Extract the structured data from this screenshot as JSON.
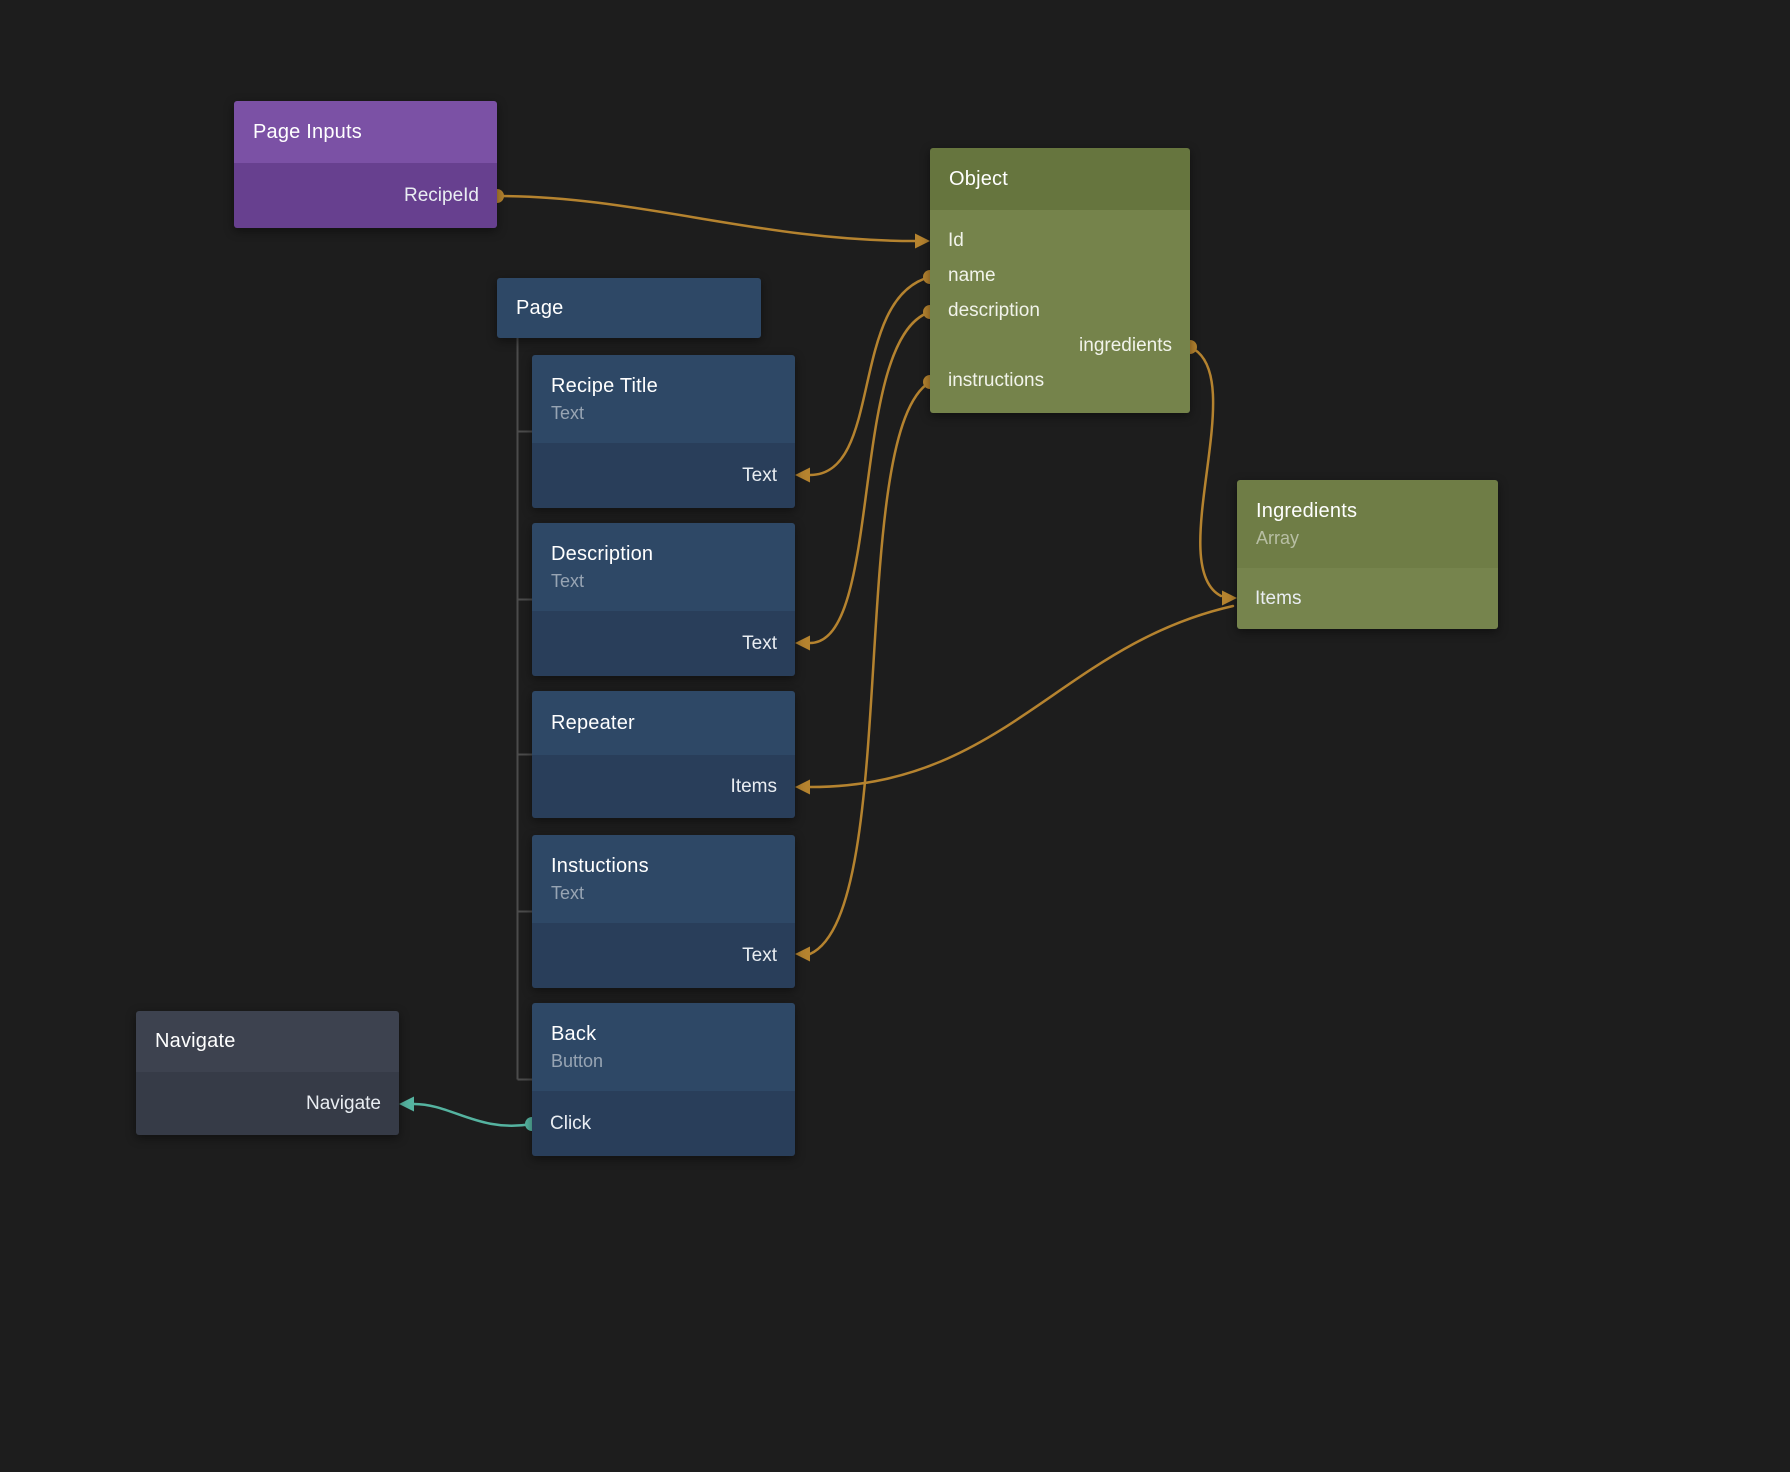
{
  "nodes": {
    "page_inputs": {
      "title": "Page Inputs",
      "ports": {
        "recipeid": "RecipeId"
      }
    },
    "object": {
      "title": "Object",
      "ports": {
        "id": "Id",
        "name": "name",
        "description": "description",
        "ingredients": "ingredients",
        "instructions": "instructions"
      }
    },
    "page": {
      "title": "Page"
    },
    "recipe_title": {
      "title": "Recipe Title",
      "subtitle": "Text",
      "ports": {
        "text": "Text"
      }
    },
    "description": {
      "title": "Description",
      "subtitle": "Text",
      "ports": {
        "text": "Text"
      }
    },
    "repeater": {
      "title": "Repeater",
      "ports": {
        "items": "Items"
      }
    },
    "instructions": {
      "title": "Instuctions",
      "subtitle": "Text",
      "ports": {
        "text": "Text"
      }
    },
    "back": {
      "title": "Back",
      "subtitle": "Button",
      "ports": {
        "click": "Click"
      }
    },
    "navigate": {
      "title": "Navigate",
      "ports": {
        "navigate": "Navigate"
      }
    },
    "ingredients": {
      "title": "Ingredients",
      "subtitle": "Array",
      "ports": {
        "items": "Items"
      }
    }
  },
  "colors": {
    "background": "#1d1d1d",
    "wire_orange": "#b5832f",
    "wire_teal": "#55b3a0",
    "purple_header": "#7b51a5",
    "purple_body": "#67408f",
    "blue_header": "#2e4866",
    "blue_body": "#293e5a",
    "green_header": "#66753e",
    "green_body": "#75834b",
    "gray_header": "#3d424f",
    "gray_body": "#363b47"
  }
}
